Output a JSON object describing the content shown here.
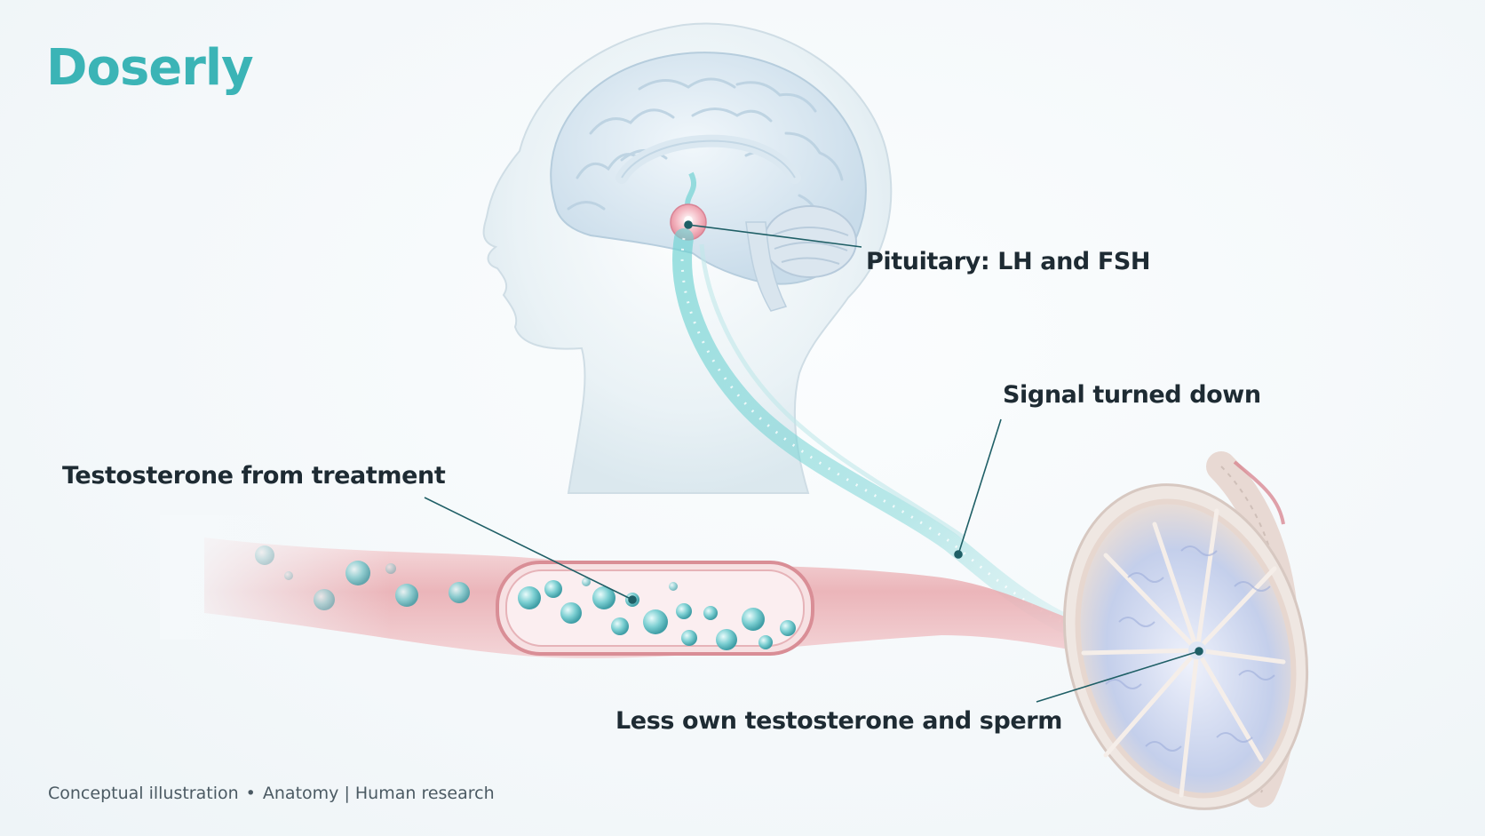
{
  "brand": {
    "name": "Doserly",
    "color": "#3bb4b6"
  },
  "labels": {
    "pituitary": "Pituitary: LH and FSH",
    "signal": "Signal turned down",
    "testosterone_treatment": "Testosterone from treatment",
    "less_own": "Less own testosterone and sperm"
  },
  "footer": {
    "part1": "Conceptual illustration",
    "separator": "•",
    "part2": "Anatomy | Human research"
  },
  "colors": {
    "label_text": "#1e2b33",
    "leader_line": "#1f5f66",
    "signal_teal": "#5cc6c8",
    "vessel_pink": "#e8a8ad",
    "particle_teal": "#7ccfd2",
    "testis_blue": "#b9c5e6"
  }
}
